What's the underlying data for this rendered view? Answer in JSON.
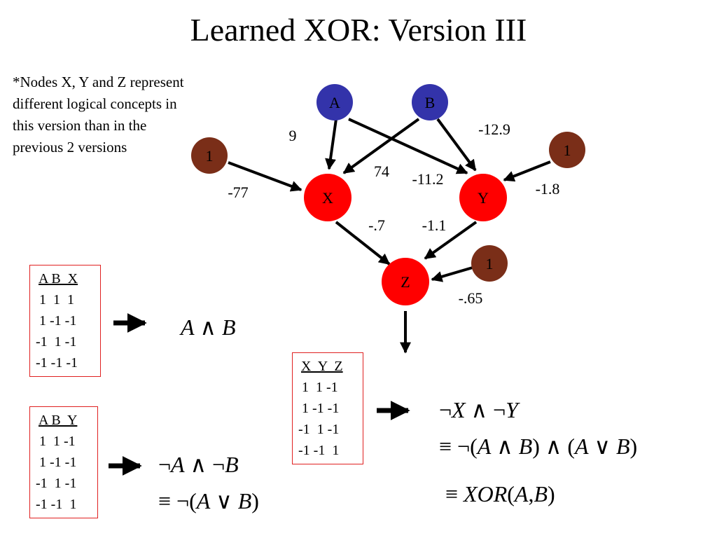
{
  "title": "Learned XOR: Version III",
  "note_lines": [
    "*Nodes X, Y and Z represent",
    "different logical concepts in",
    "this version than in the",
    "previous 2 versions"
  ],
  "colors": {
    "input_node": "#3333aa",
    "bias_node": "#7a2e18",
    "hidden_node": "#ff0000",
    "table_border": "#e02020"
  },
  "nodes": [
    {
      "id": "A",
      "label": "A",
      "kind": "input"
    },
    {
      "id": "B",
      "label": "B",
      "kind": "input"
    },
    {
      "id": "bias1",
      "label": "1",
      "kind": "bias"
    },
    {
      "id": "bias2",
      "label": "1",
      "kind": "bias"
    },
    {
      "id": "bias3",
      "label": "1",
      "kind": "bias"
    },
    {
      "id": "X",
      "label": "X",
      "kind": "hidden"
    },
    {
      "id": "Y",
      "label": "Y",
      "kind": "hidden"
    },
    {
      "id": "Z",
      "label": "Z",
      "kind": "hidden"
    }
  ],
  "edges": [
    {
      "from": "A",
      "to": "X"
    },
    {
      "from": "A",
      "to": "Y"
    },
    {
      "from": "B",
      "to": "X"
    },
    {
      "from": "B",
      "to": "Y"
    },
    {
      "from": "bias1",
      "to": "X"
    },
    {
      "from": "bias2",
      "to": "Y"
    },
    {
      "from": "X",
      "to": "Z"
    },
    {
      "from": "Y",
      "to": "Z"
    },
    {
      "from": "bias3",
      "to": "Z"
    },
    {
      "from": "Z",
      "to": "output"
    }
  ],
  "weights": [
    "9",
    "-12.9",
    "74",
    "-11.2",
    "-77",
    "-1.8",
    "-.7",
    "-1.1",
    "-.65"
  ],
  "table_x": {
    "header": "A B  X",
    "rows": [
      " 1  1  1",
      " 1 -1 -1",
      "-1  1 -1",
      "-1 -1 -1"
    ]
  },
  "table_y": {
    "header": "A B  Y",
    "rows": [
      " 1  1 -1",
      " 1 -1 -1",
      "-1  1 -1",
      "-1 -1  1"
    ]
  },
  "table_z": {
    "header": "X  Y  Z",
    "rows": [
      " 1  1 -1",
      " 1 -1 -1",
      "-1  1 -1",
      "-1 -1  1"
    ]
  },
  "formula_x": {
    "a": "A",
    "op": "∧",
    "b": "B"
  },
  "formula_y": {
    "line1": {
      "not1": "¬",
      "a": "A",
      "op": "∧",
      "not2": "¬",
      "b": "B"
    },
    "line2": {
      "eq": "≡",
      "prefix": "¬(",
      "a": "A",
      "op": "∨",
      "b": "B",
      "suffix": ")"
    }
  },
  "formula_z": {
    "line1": {
      "not1": "¬",
      "a": "X",
      "op": "∧",
      "not2": "¬",
      "b": "Y"
    },
    "line2": {
      "eq": "≡",
      "p1": "¬(",
      "a1": "A",
      "op1": "∧",
      "b1": "B",
      "p2": ") ∧ (",
      "a2": "A",
      "op2": "∨",
      "b2": "B",
      "p3": ")"
    },
    "line3": {
      "eq": "≡",
      "fn": "XOR",
      "p1": "(",
      "a": "A",
      "comma": ",",
      "b": "B",
      "p2": ")"
    }
  }
}
